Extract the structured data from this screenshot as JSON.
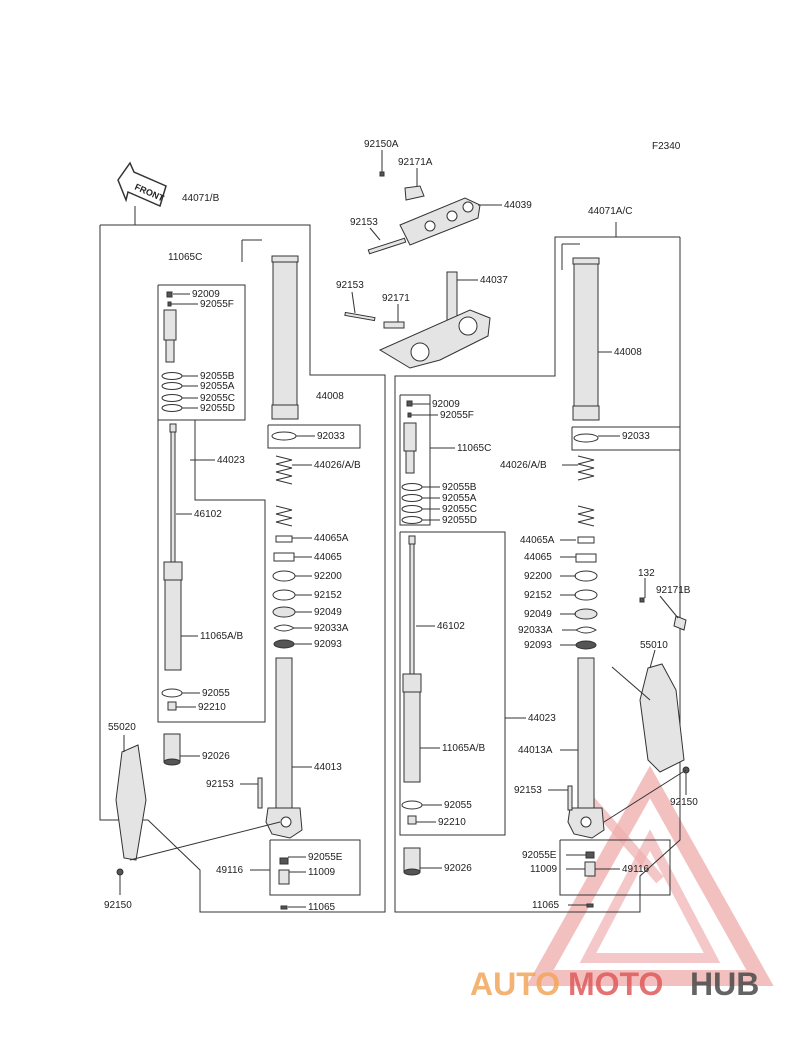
{
  "diagram": {
    "code": "F2340",
    "front_label": "FRONT",
    "watermark": {
      "part1": "AUTO",
      "part2": "MOTO",
      "part3": "HUB"
    },
    "colors": {
      "watermark_red": "#e05a5a",
      "watermark_orange": "#f2a65a",
      "watermark_dark": "#4a4a4a"
    },
    "labels": {
      "l44071B": "44071/B",
      "l11065C_left": "11065C",
      "l92009_left": "92009",
      "l92055F_left": "92055F",
      "l92055B_left": "92055B",
      "l92055A_left": "92055A",
      "l92055C_left": "92055C",
      "l92055D_left": "92055D",
      "l44023_left": "44023",
      "l46102_left": "46102",
      "l11065AB_left": "11065A/B",
      "l92055_left": "92055",
      "l92210_left": "92210",
      "l92026_left": "92026",
      "l55020": "55020",
      "l92150_left": "92150",
      "l92153_left_lower": "92153",
      "l49116_left": "49116",
      "l92055E_left": "92055E",
      "l11009_left": "11009",
      "l11065_left": "11065",
      "l44008_left": "44008",
      "l92033_left": "92033",
      "l44026AB_left": "44026/A/B",
      "l44065A_left": "44065A",
      "l44065_left": "44065",
      "l92200_left": "92200",
      "l92152_left": "92152",
      "l92049_left": "92049",
      "l92033A_left": "92033A",
      "l92093_left": "92093",
      "l44013_left": "44013",
      "l92150A": "92150A",
      "l92171A": "92171A",
      "l44039": "44039",
      "l92153_top": "92153",
      "l92153_mid": "92153",
      "l92171_mid": "92171",
      "l44037": "44037",
      "l44071AC": "44071A/C",
      "l44008_right": "44008",
      "l92033_right": "92033",
      "l92009_right": "92009",
      "l92055F_right": "92055F",
      "l11065C_right": "11065C",
      "l92055B_right": "92055B",
      "l92055A_right": "92055A",
      "l92055C_right": "92055C",
      "l92055D_right": "92055D",
      "l44026AB_right": "44026/A/B",
      "l44065A_right": "44065A",
      "l44065_right": "44065",
      "l92200_right": "92200",
      "l92152_right": "92152",
      "l92049_right": "92049",
      "l92033A_right": "92033A",
      "l92093_right": "92093",
      "l46102_right": "46102",
      "l44023_right": "44023",
      "l11065AB_right": "11065A/B",
      "l44013A": "44013A",
      "l92055_right": "92055",
      "l92210_right": "92210",
      "l92026_right": "92026",
      "l92153_right_lower": "92153",
      "l92055E_right": "92055E",
      "l11009_right": "11009",
      "l49116_right": "49116",
      "l11065_right": "11065",
      "l132": "132",
      "l92171B": "92171B",
      "l55010": "55010",
      "l92150_right": "92150"
    }
  }
}
